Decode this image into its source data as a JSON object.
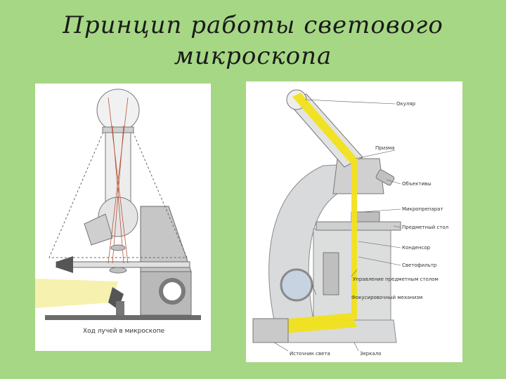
{
  "slide": {
    "title_line1": "Принцип работы светового",
    "title_line2": "микроскопа"
  },
  "left_figure": {
    "caption": "Ход лучей в микроскопе"
  },
  "right_figure": {
    "labels": {
      "ocular": "Окуляр",
      "prism": "Призма",
      "objectives": "Объективы",
      "specimen": "Микропрепарат",
      "stage": "Предметный стол",
      "condenser": "Конденсор",
      "filter": "Светофильтр",
      "stage_control": "Управление предметным столом",
      "focus": "Фокусировочный механизм",
      "light_source": "Источник света",
      "mirror": "Зеркало"
    }
  },
  "colors": {
    "background": "#a6d785",
    "light_beam": "#f2e21c",
    "body_gray": "#d9dadb"
  }
}
